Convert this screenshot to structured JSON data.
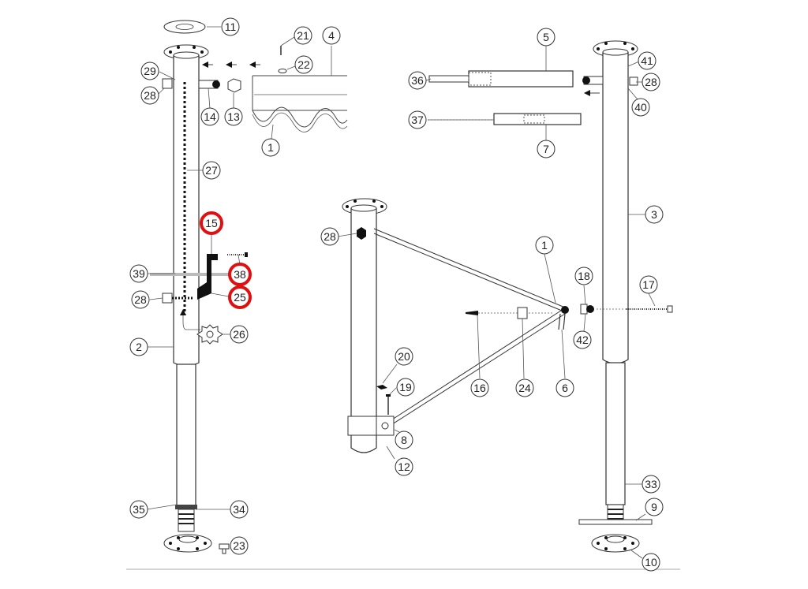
{
  "colors": {
    "highlight": "#e01010",
    "ink": "#333333"
  },
  "callouts": {
    "c11": "11",
    "c21": "21",
    "c4": "4",
    "c22": "22",
    "c29": "29",
    "c28a": "28",
    "c14": "14",
    "c13": "13",
    "c1a": "1",
    "c27": "27",
    "c15": "15",
    "c38": "38",
    "c39": "39",
    "c28b": "28",
    "c25": "25",
    "c26": "26",
    "c2": "2",
    "c35": "35",
    "c34": "34",
    "c23": "23",
    "c5": "5",
    "c36": "36",
    "c37": "37",
    "c7": "7",
    "c28c": "28",
    "c1b": "1",
    "c18": "18",
    "c17": "17",
    "c16": "16",
    "c24": "24",
    "c6": "6",
    "c42": "42",
    "c20": "20",
    "c19": "19",
    "c8": "8",
    "c12": "12",
    "c41": "41",
    "c28d": "28",
    "c40": "40",
    "c3": "3",
    "c33": "33",
    "c9": "9",
    "c10": "10"
  },
  "highlighted_parts": [
    "15",
    "38",
    "25"
  ]
}
